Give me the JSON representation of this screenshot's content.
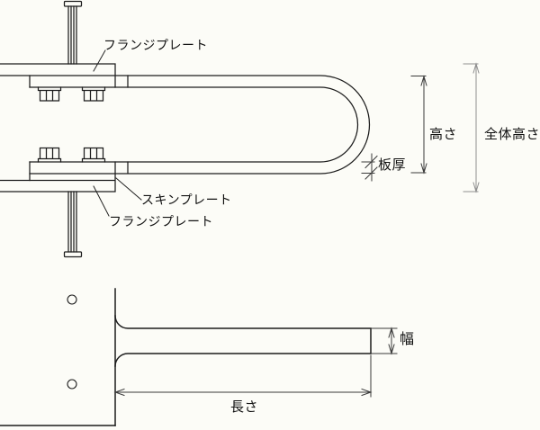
{
  "drawing": {
    "type": "technical-drawing",
    "views": {
      "side_view": "U-shaped grab bar clamped between plates with bolts",
      "plan_view": "bar length view with mounting plate and bolt holes"
    },
    "labels": {
      "flange_plate_top": "フランジプレート",
      "skin_plate": "スキンプレート",
      "flange_plate_bottom": "フランジプレート",
      "height": "高さ",
      "overall_height": "全体高さ",
      "plate_thickness": "板厚",
      "width": "幅",
      "length": "長さ"
    },
    "colors": {
      "object_line": "#1c1c1c",
      "dimension_line": "#3a3a3a",
      "overall_height_line": "#8f8f8f",
      "background": "#fcfcf7"
    }
  }
}
